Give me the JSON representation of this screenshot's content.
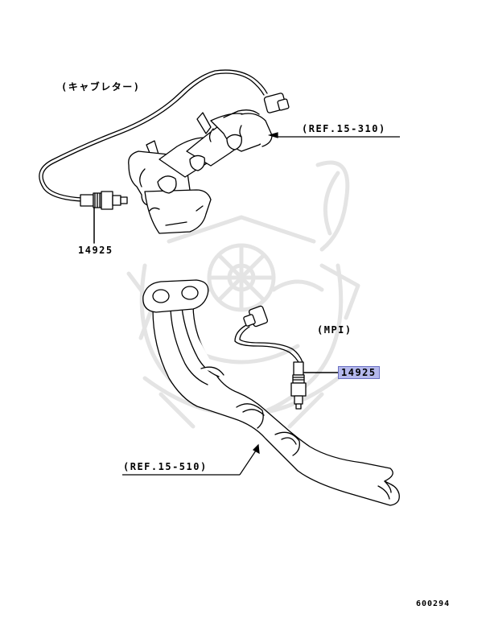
{
  "diagram": {
    "label_carburetor": "(キャブレター)",
    "ref_manifold": "(REF.15-310)",
    "part_upper": "14925",
    "label_mpi": "(MPI)",
    "part_lower": "14925",
    "ref_pipe": "(REF.15-510)",
    "figure_id": "600294"
  },
  "colors": {
    "highlight": "#b4b8ec",
    "line": "#000000",
    "watermark": "#e6e6e6"
  },
  "icons": {
    "watermark": "kabuto-helmet-watermark"
  }
}
